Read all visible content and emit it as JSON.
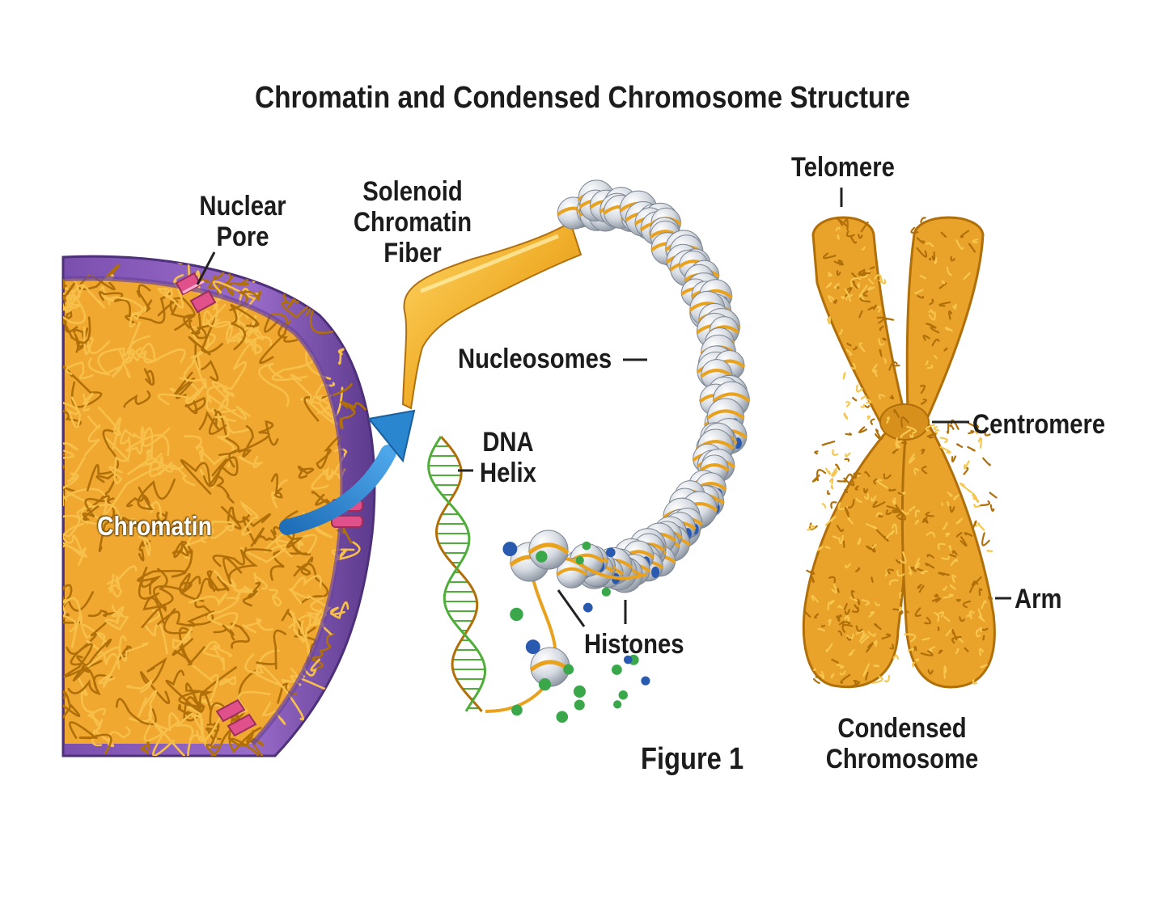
{
  "title": "Chromatin and Condensed Chromosome Structure",
  "labels": {
    "nuclear_pore": [
      "Nuclear",
      "Pore"
    ],
    "solenoid": [
      "Solenoid",
      "Chromatin",
      "Fiber"
    ],
    "telomere": "Telomere",
    "nucleosomes": "Nucleosomes",
    "centromere": "Centromere",
    "dna_helix": [
      "DNA",
      "Helix"
    ],
    "chromatin": "Chromatin",
    "histones": "Histones",
    "arm": "Arm",
    "figure": "Figure 1",
    "condensed": [
      "Condensed",
      "Chromosome"
    ]
  },
  "colors": {
    "fiber": "#e8a21e",
    "fiber_dark": "#b06f08",
    "membrane": "#8a5bb8",
    "membrane_dark": "#5e3a8f",
    "pore": "#e0508a",
    "arrow": "#2b86d0",
    "histone": "#d6dbe2",
    "dna_green": "#4fae3a",
    "dot_blue": "#2a5ab0",
    "dot_green": "#3aa84a"
  }
}
